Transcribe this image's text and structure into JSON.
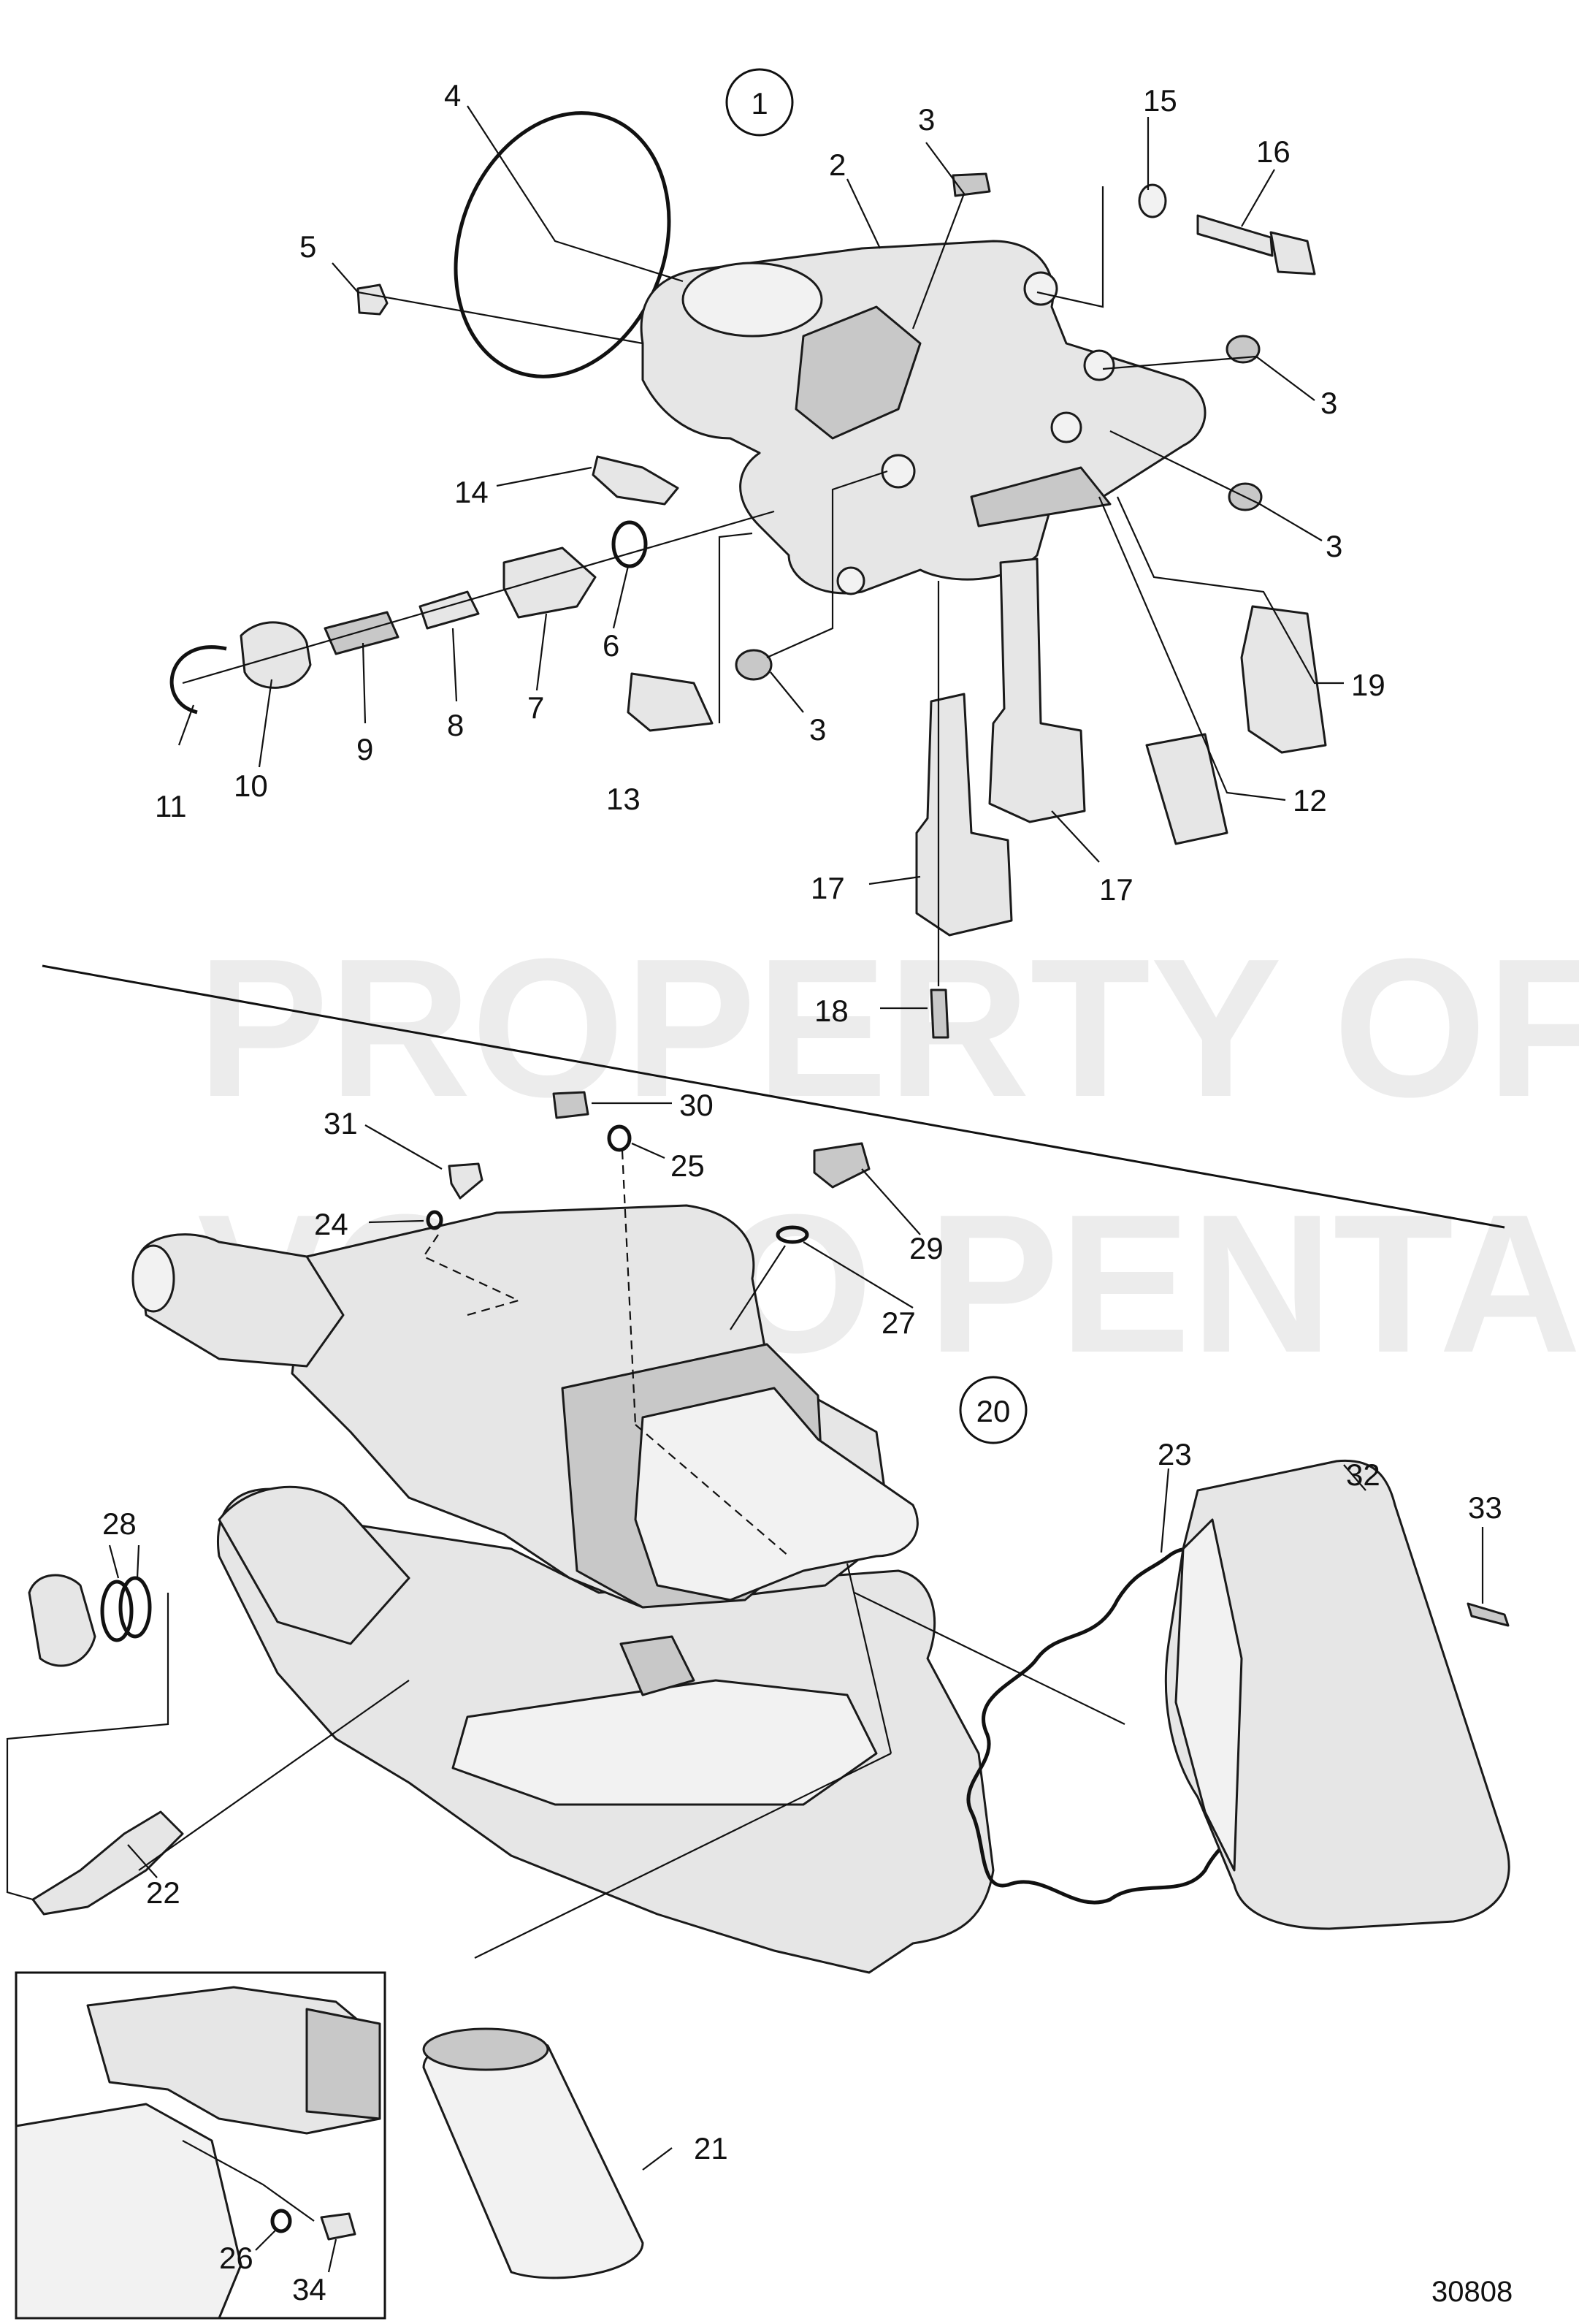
{
  "watermark": {
    "line1": "PROPERTY OF",
    "line2": "VOLVO PENTA"
  },
  "group_callouts": [
    "1",
    "20"
  ],
  "drawing_number": "30808",
  "part_labels": {
    "p1": "1",
    "p2": "2",
    "p3a": "3",
    "p3b": "3",
    "p3c": "3",
    "p3d": "3",
    "p4": "4",
    "p5": "5",
    "p6": "6",
    "p7": "7",
    "p8": "8",
    "p9": "9",
    "p10": "10",
    "p11": "11",
    "p12": "12",
    "p13": "13",
    "p14": "14",
    "p15": "15",
    "p16": "16",
    "p17a": "17",
    "p17b": "17",
    "p18": "18",
    "p19": "19",
    "p20": "20",
    "p21": "21",
    "p22": "22",
    "p23": "23",
    "p24": "24",
    "p25": "25",
    "p26": "26",
    "p27": "27",
    "p28": "28",
    "p29": "29",
    "p30": "30",
    "p31": "31",
    "p32": "32",
    "p33": "33",
    "p34": "34"
  }
}
